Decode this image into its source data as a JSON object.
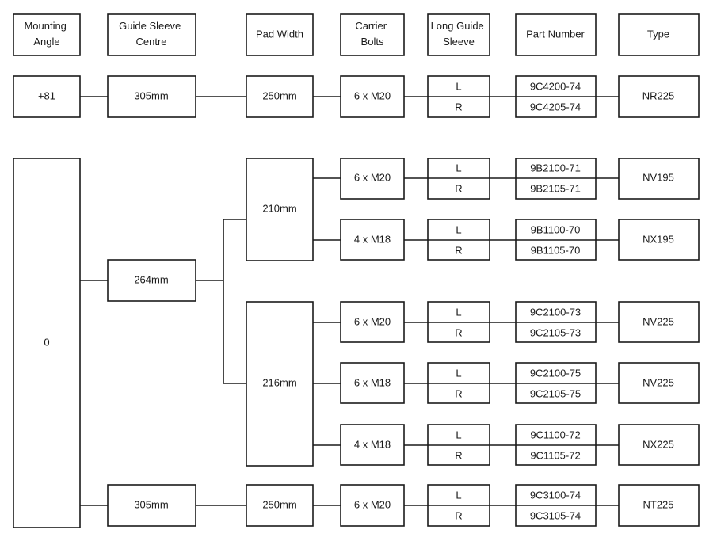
{
  "headers": {
    "mounting_angle": [
      "Mounting",
      "Angle"
    ],
    "guide_sleeve_centre": [
      "Guide Sleeve",
      "Centre"
    ],
    "pad_width": [
      "Pad Width"
    ],
    "carrier_bolts": [
      "Carrier",
      "Bolts"
    ],
    "long_guide_sleeve": [
      "Long Guide",
      "Sleeve"
    ],
    "part_number": [
      "Part Number"
    ],
    "type": [
      "Type"
    ]
  },
  "group_1": {
    "mounting_angle": "+81",
    "centre": "305mm",
    "pad_width": "250mm",
    "bolts": "6 x M20",
    "left": "L",
    "right": "R",
    "part_l": "9C4200-74",
    "part_r": "9C4205-74",
    "type": "NR225"
  },
  "group_2": {
    "mounting_angle": "0",
    "centre_a": "264mm",
    "pad_a1": "210mm",
    "row_1": {
      "bolts": "6 x M20",
      "left": "L",
      "right": "R",
      "part_l": "9B2100-71",
      "part_r": "9B2105-71",
      "type": "NV195"
    },
    "row_2": {
      "bolts": "4 x M18",
      "left": "L",
      "right": "R",
      "part_l": "9B1100-70",
      "part_r": "9B1105-70",
      "type": "NX195"
    },
    "pad_a2": "216mm",
    "row_3": {
      "bolts": "6 x M20",
      "left": "L",
      "right": "R",
      "part_l": "9C2100-73",
      "part_r": "9C2105-73",
      "type": "NV225"
    },
    "row_4": {
      "bolts": "6 x M18",
      "left": "L",
      "right": "R",
      "part_l": "9C2100-75",
      "part_r": "9C2105-75",
      "type": "NV225"
    },
    "row_5": {
      "bolts": "4 x M18",
      "left": "L",
      "right": "R",
      "part_l": "9C1100-72",
      "part_r": "9C1105-72",
      "type": "NX225"
    },
    "centre_b": "305mm",
    "pad_b": "250mm",
    "row_6": {
      "bolts": "6 x M20",
      "left": "L",
      "right": "R",
      "part_l": "9C3100-74",
      "part_r": "9C3105-74",
      "type": "NT225"
    }
  }
}
